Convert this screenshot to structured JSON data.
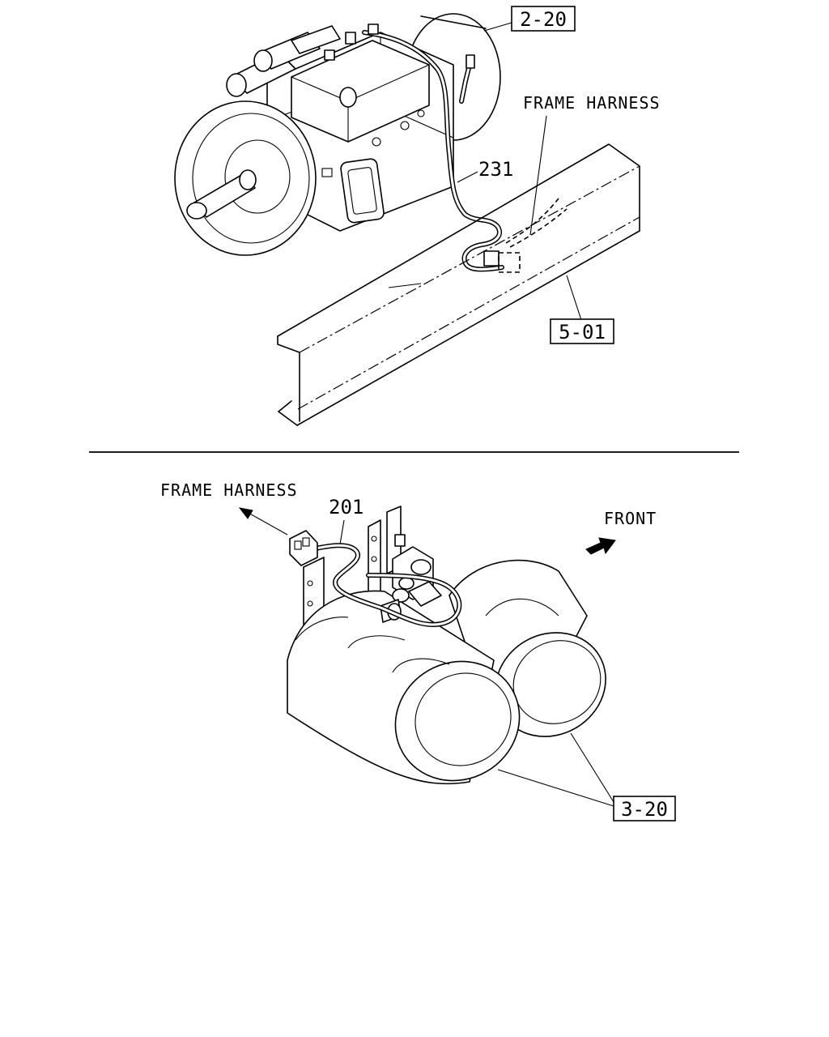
{
  "top_section": {
    "ref_transmission": "2-20",
    "ref_frame": "5-01",
    "label_frame_harness": "FRAME HARNESS",
    "part_harness": "231"
  },
  "bottom_section": {
    "label_frame_harness": "FRAME HARNESS",
    "part_harness": "201",
    "label_front": "FRONT",
    "ref_tanks": "3-20"
  }
}
